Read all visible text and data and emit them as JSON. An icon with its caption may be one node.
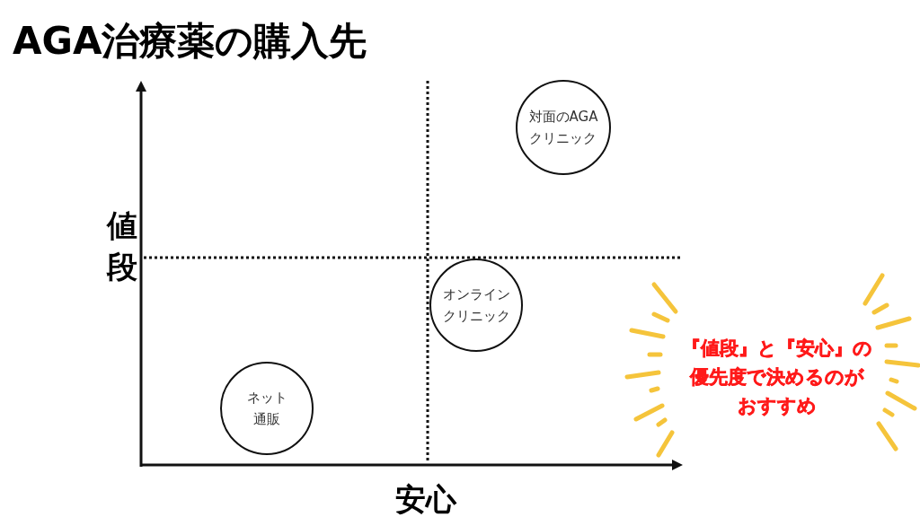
{
  "diagram": {
    "title": "AGA治療薬の購入先",
    "nodes": [
      {
        "text": [
          "対面のAGAクリニック"
        ]
      },
      {
        "text": [
          "オンラインクリニック"
        ]
      },
      {
        "text": [
          "ネット通販"
        ]
      }
    ],
    "labels": [
      "値段",
      "安心",
      "『値段』と『安心』の優先度で決めるのがおすすめ"
    ]
  }
}
